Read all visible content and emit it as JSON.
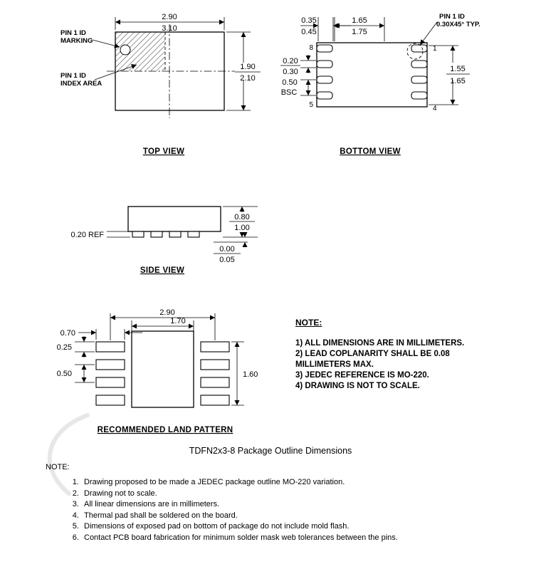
{
  "top_view": {
    "title": "TOP VIEW",
    "dim_width_min": "2.90",
    "dim_width_max": "3.10",
    "dim_height_min": "1.90",
    "dim_height_max": "2.10",
    "pin1_marking_label_line1": "PIN 1 ID",
    "pin1_marking_label_line2": "MARKING",
    "pin1_index_label_line1": "PIN 1 ID",
    "pin1_index_label_line2": "INDEX AREA"
  },
  "bottom_view": {
    "title": "BOTTOM VIEW",
    "dim_lead_length_min": "0.35",
    "dim_lead_length_max": "0.45",
    "dim_epad_length_min": "1.65",
    "dim_epad_length_max": "1.75",
    "dim_lead_width_min": "0.20",
    "dim_lead_width_max": "0.30",
    "dim_pitch_value": "0.50",
    "dim_pitch_basis": "BSC",
    "dim_epad_width_min": "1.55",
    "dim_epad_width_max": "1.65",
    "pin1_label_line1": "PIN 1 ID",
    "pin1_label_line2": "0.30X45° TYP.",
    "pin_number_8": "8",
    "pin_number_5": "5",
    "pin_number_1": "1",
    "pin_number_4": "4"
  },
  "side_view": {
    "title": "SIDE VIEW",
    "dim_lead_thickness": "0.20 REF",
    "dim_height_min": "0.80",
    "dim_height_max": "1.00",
    "dim_standoff_min": "0.00",
    "dim_standoff_max": "0.05"
  },
  "land_pattern": {
    "title": "RECOMMENDED LAND PATTERN",
    "dim_overall_width": "2.90",
    "dim_pad_width": "1.70",
    "dim_land_length": "0.70",
    "dim_land_height": "0.25",
    "dim_pitch": "0.50",
    "dim_span_height": "1.60"
  },
  "note_box": {
    "title": "NOTE:",
    "items": [
      "1) ALL DIMENSIONS ARE IN MILLIMETERS.",
      "2) LEAD COPLANARITY SHALL BE 0.08 MILLIMETERS MAX.",
      "3) JEDEC REFERENCE IS MO-220.",
      "4) DRAWING IS NOT TO SCALE."
    ]
  },
  "caption": "TDFN2x3-8 Package Outline Dimensions",
  "footer_notes": {
    "title": "NOTE:",
    "items": [
      "Drawing proposed to be made a JEDEC package outline MO-220 variation.",
      "Drawing not to scale.",
      "All linear dimensions are in millimeters.",
      "Thermal pad shall be soldered on the board.",
      "Dimensions of exposed pad on bottom of package do not include mold flash.",
      "Contact PCB board fabrication for minimum solder mask web tolerances between the pins."
    ]
  }
}
